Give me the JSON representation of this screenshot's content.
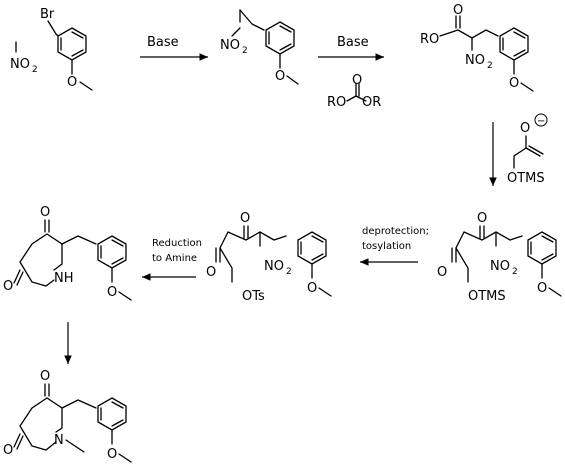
{
  "scheme": {
    "reagents": {
      "step1": "Base",
      "step2": "Base",
      "step3_line1": "deprotection;",
      "step3_line2": "tosylation",
      "step4_line1": "Reduction",
      "step4_line2": "to Amine"
    },
    "atoms": {
      "br": "Br",
      "no": "NO",
      "two": "2",
      "o": "O",
      "ro": "RO",
      "or": "OR",
      "r": "R",
      "otms": "OTMS",
      "ots": "OTs",
      "nh": "NH",
      "n": "N",
      "minus": "−"
    }
  }
}
